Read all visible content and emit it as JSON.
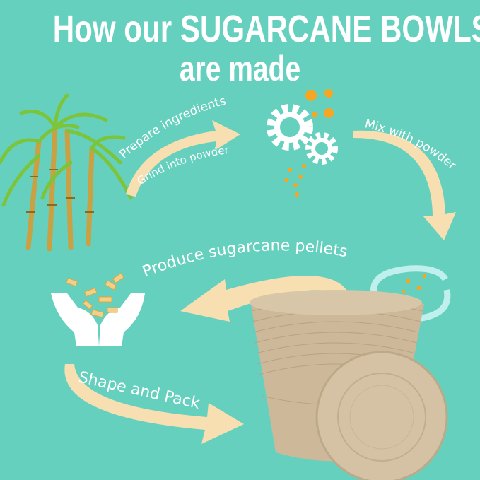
{
  "title": {
    "line1": "How our SUGARCANE BOWLS",
    "line2": "are made"
  },
  "steps": [
    {
      "label": "Prepare ingredients",
      "icon": "sugarcane-icon"
    },
    {
      "label": "Grind into powder",
      "icon": "gears-icon"
    },
    {
      "label": "Mix with powder",
      "icon": "swirl-icon"
    },
    {
      "label": "Produce sugarcane pellets",
      "icon": "hands-pellets-icon"
    },
    {
      "label": "Shape and Pack",
      "icon": "bowls-icon"
    }
  ],
  "colors": {
    "background": "#66d0bf",
    "arrow": "#f8dfb2",
    "accent": "#f5a623",
    "bowl": "#cdb89a"
  }
}
